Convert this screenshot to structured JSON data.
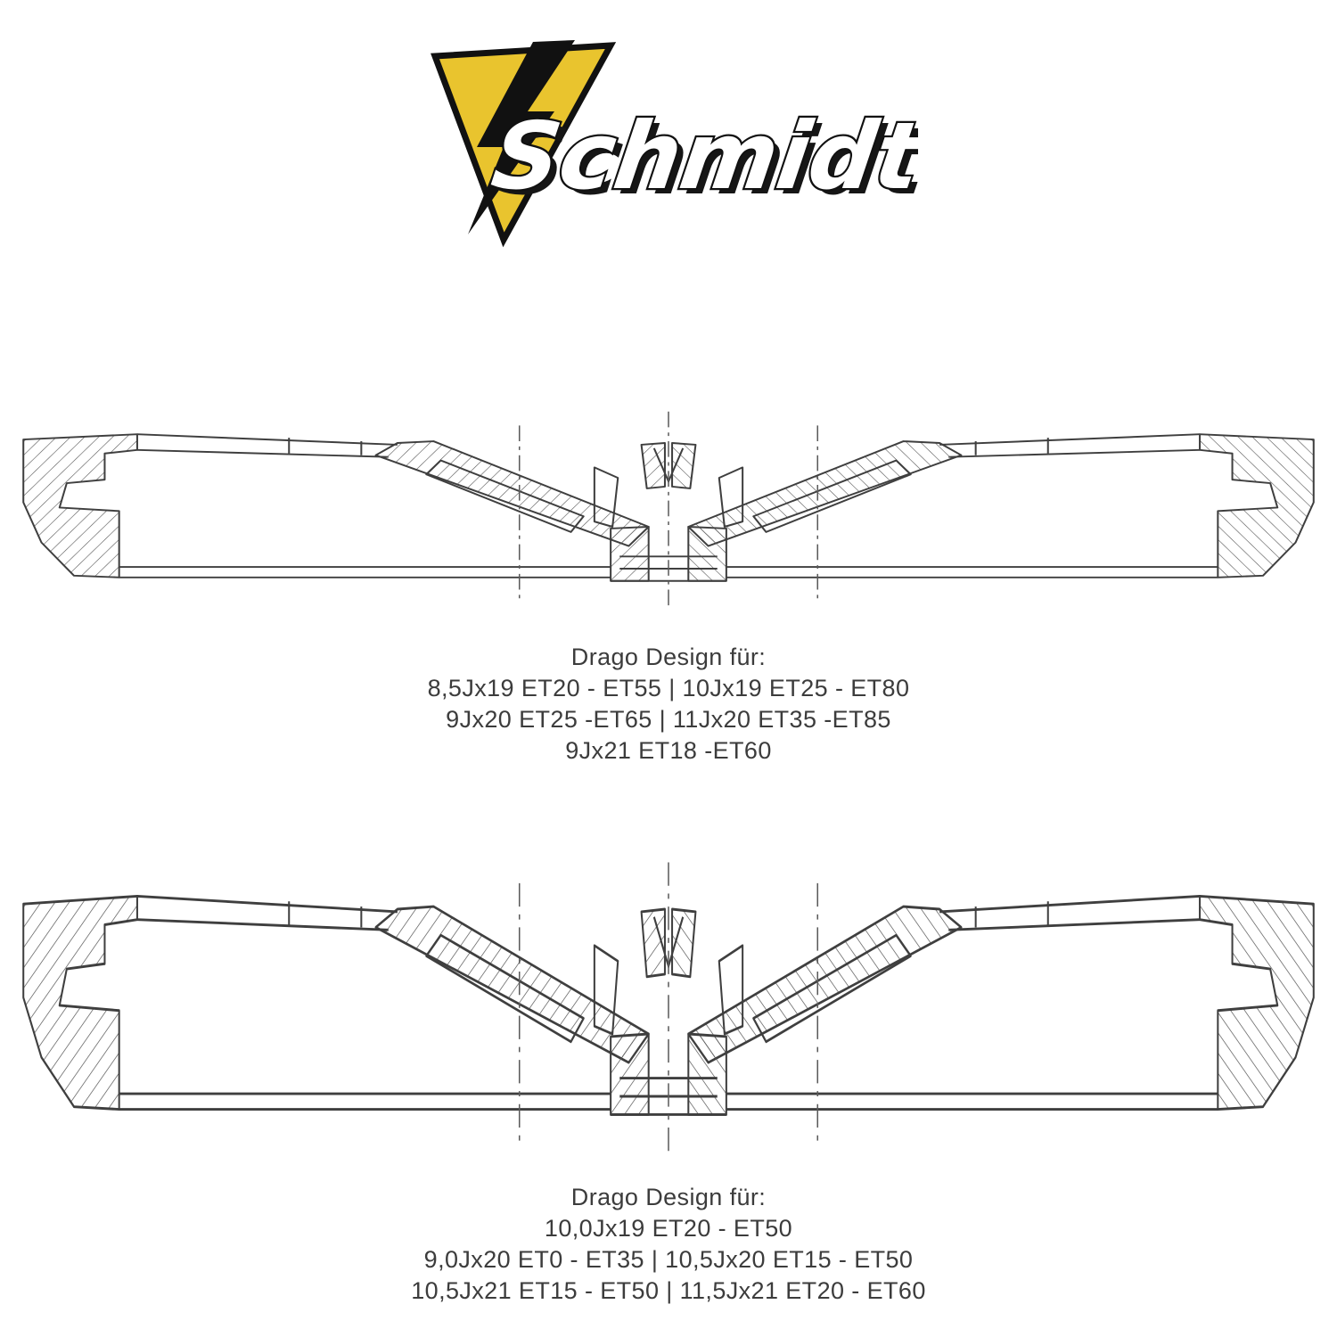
{
  "logo": {
    "text": "Schmidt",
    "accent_color": "#e9c42e"
  },
  "top_section": {
    "title": "Drago Design für:",
    "lines": [
      "8,5Jx19 ET20 - ET55 | 10Jx19 ET25 - ET80",
      "9Jx20 ET25 -ET65 | 11Jx20 ET35 -ET85",
      "9Jx21 ET18 -ET60"
    ]
  },
  "bottom_section": {
    "title": "Drago Design für:",
    "lines": [
      "10,0Jx19 ET20 - ET50",
      "9,0Jx20 ET0 - ET35 | 10,5Jx20 ET15 - ET50",
      "10,5Jx21 ET15 - ET50 | 11,5Jx21 ET20 - ET60"
    ]
  }
}
